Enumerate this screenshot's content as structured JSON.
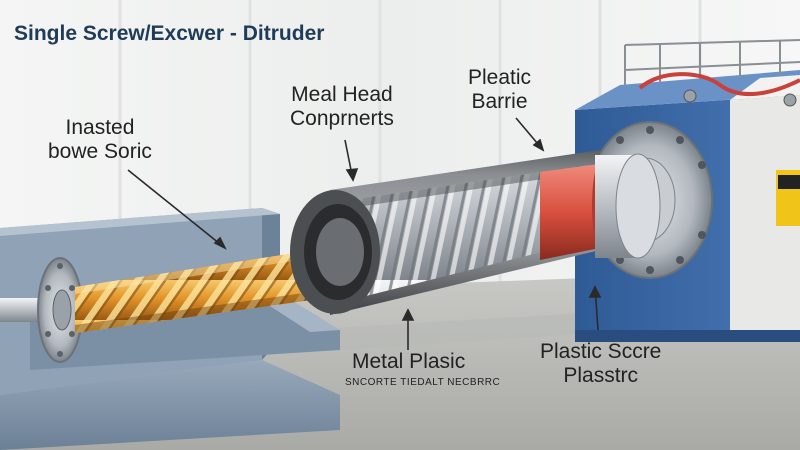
{
  "title": "Single Screw/Excwer - Ditruder",
  "labels": {
    "inasted": [
      "Inasted",
      "bowe Soric"
    ],
    "meal_head": [
      "Meal Head",
      "Conprnerts"
    ],
    "pleatic": [
      "Pleatic",
      "Barrie"
    ],
    "metal_plasic": "Metal Plasic",
    "metal_plasic_sub": "SNCORTE TIEDALT NECBRRC",
    "plastic_scre": [
      "Plastic Sccre",
      "Plasstrc"
    ]
  },
  "colors": {
    "title": "#1f3b57",
    "trough": "#7f93a8",
    "motor_housing": "#3c67a1",
    "screw_flight": "#e29a2e",
    "heater_band": "#d9503f",
    "warning_label": "#f0c419"
  }
}
